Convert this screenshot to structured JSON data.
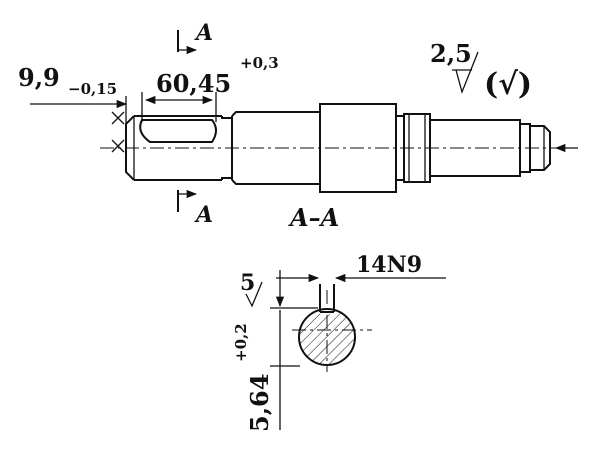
{
  "shaft_view": {
    "dim_groove_depth": {
      "nominal": "9,9",
      "tolerance": "−0,15"
    },
    "dim_groove_length": {
      "nominal": "60,45",
      "tolerance": "+0,3"
    },
    "section_mark_top": "A",
    "section_mark_bottom": "A",
    "section_caption": "A–A",
    "roughness": {
      "value": "2,5",
      "general": "(√)"
    }
  },
  "section_view": {
    "dim_key_width": "14N9",
    "dim_roughness": "5",
    "dim_depth": {
      "nominal": "5,64",
      "tolerance": "+0,2"
    }
  }
}
